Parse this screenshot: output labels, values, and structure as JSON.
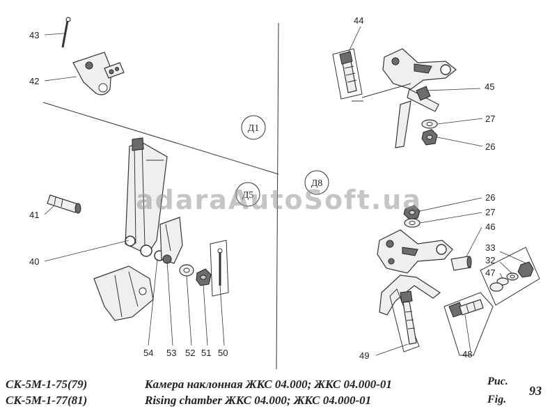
{
  "zones": [
    "Д1",
    "Д5",
    "Д8"
  ],
  "part_numbers": {
    "p43": "43",
    "p42": "42",
    "p41": "41",
    "p40": "40",
    "p54": "54",
    "p53": "53",
    "p52": "52",
    "p51": "51",
    "p50": "50",
    "p44": "44",
    "p45": "45",
    "p27a": "27",
    "p26a": "26",
    "p26b": "26",
    "p27b": "27",
    "p46": "46",
    "p33": "33",
    "p32": "32",
    "p47": "47",
    "p49": "49",
    "p48": "48"
  },
  "watermark": "adaraAutoSoft.ua",
  "caption": {
    "model_1": "СК-5М-1-75(79)",
    "model_2": "СК-5М-1-77(81)",
    "title_ru": "Камера наклонная ЖКС 04.000; ЖКС 04.000-01",
    "title_en": "Rising chamber ЖКС 04.000; ЖКС 04.000-01",
    "fig_ru": "Рис.",
    "fig_en": "Fig.",
    "fig_number": "93"
  }
}
